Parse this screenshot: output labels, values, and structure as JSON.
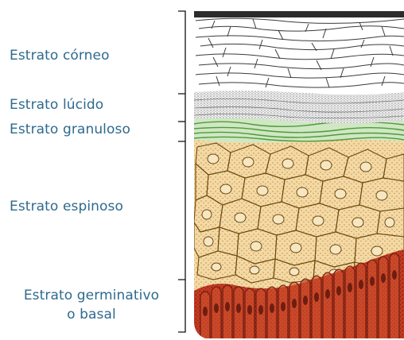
{
  "layers": [
    {
      "label": "Estrato córneo"
    },
    {
      "label": "Estrato lúcido"
    },
    {
      "label": "Estrato granuloso"
    },
    {
      "label": "Estrato espinoso"
    },
    {
      "label_line1": "Estrato germinativo",
      "label_line2": "o basal"
    }
  ],
  "colors": {
    "label_text": "#2e6a8e",
    "bracket": "#111111",
    "corneo_line": "#3a3a3a",
    "lucido_dots": "#555555",
    "granuloso": "#4f9a3a",
    "espinoso_fill": "#f3d9a6",
    "espinoso_dots": "#c48a2a",
    "espinoso_lines": "#6b4a10",
    "basal_fill": "#c23a22",
    "basal_dark": "#6e1d10"
  }
}
